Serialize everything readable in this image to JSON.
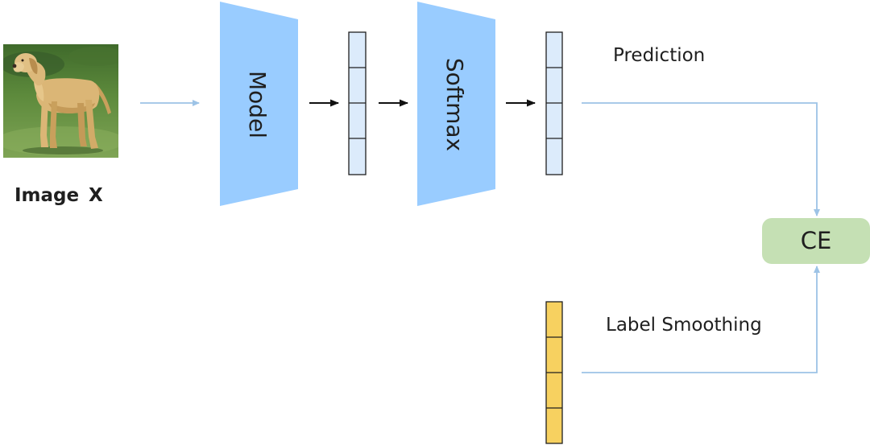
{
  "input": {
    "image_caption": "Image",
    "image_variable": "X",
    "image_content": "dog photo"
  },
  "blocks": {
    "model": "Model",
    "softmax": "Softmax",
    "loss": "CE"
  },
  "labels": {
    "prediction": "Prediction",
    "label_smoothing": "Label Smoothing"
  },
  "colors": {
    "block_blue": "#99CCFF",
    "vector_blue": "#DCEBFB",
    "vector_yellow": "#F7D160",
    "loss_green": "#C5E0B4",
    "connector_blue": "#9DC3E6",
    "variable_red": "#E8221C"
  }
}
